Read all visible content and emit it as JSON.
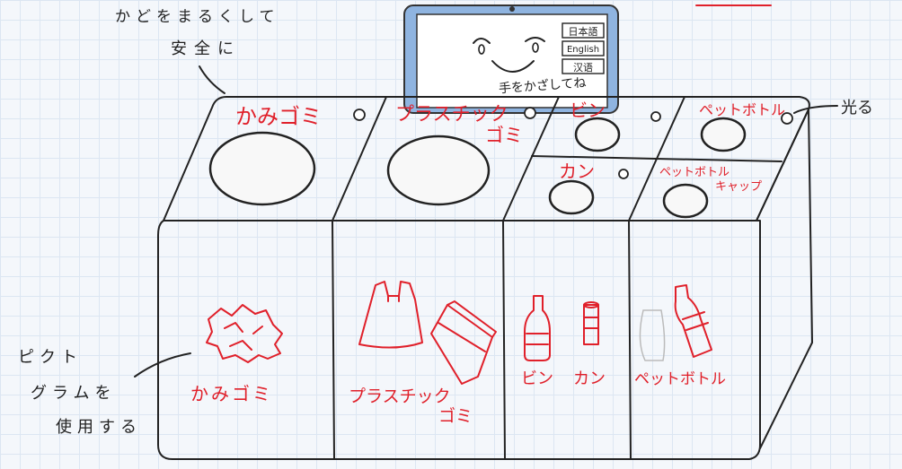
{
  "notes": {
    "rounded_corners_line1": "かどをまるくして",
    "rounded_corners_line2": "安全に",
    "lights": "光る",
    "pictogram_line1": "ピクト",
    "pictogram_line2": "グラムを",
    "pictogram_line3": "使用する"
  },
  "screen": {
    "languages": [
      "日本語",
      "English",
      "汉语"
    ],
    "hand_prompt": "手をかざしてね"
  },
  "lids": {
    "paper": "かみゴミ",
    "plastic_line1": "プラスチック",
    "plastic_line2": "ゴミ",
    "bottle": "ビン",
    "can": "カン",
    "pet_bottle": "ペットボトル",
    "cap_line1": "ペットボトル",
    "cap_line2": "キャップ"
  },
  "fronts": {
    "paper": "かみゴミ",
    "plastic_line1": "プラスチック",
    "plastic_line2": "ゴミ",
    "bottle": "ビン",
    "can": "カン",
    "pet_bottle": "ペットボトル"
  },
  "colors": {
    "ink": "#222222",
    "red_ink": "#e0202a",
    "screen_frame": "#8fb4e0"
  }
}
